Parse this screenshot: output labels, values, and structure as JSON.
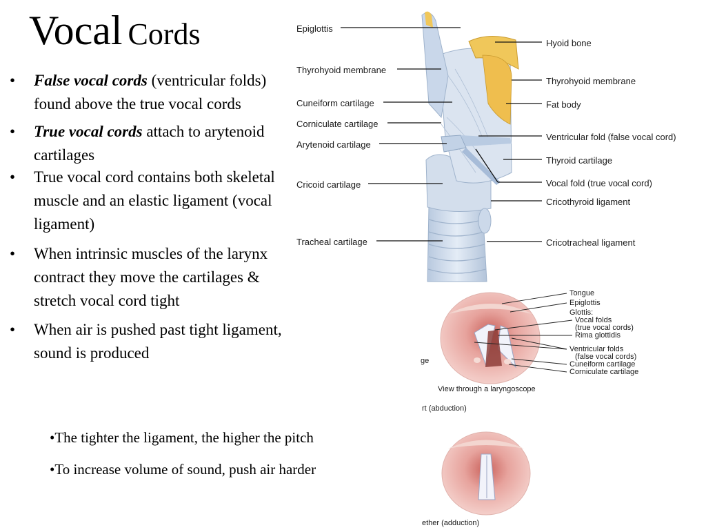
{
  "slide": {
    "title_big": "Vocal",
    "title_small": "Cords"
  },
  "bullets": [
    {
      "bullet": "•",
      "emphasis": "False vocal cords",
      "text": " (ventricular folds) found above the true vocal cords"
    },
    {
      "bullet": "•",
      "emphasis": "True vocal cords",
      "text": " attach to arytenoid cartilages"
    },
    {
      "bullet": "•",
      "emphasis": "",
      "text": "True vocal cord contains both skeletal muscle and an elastic ligament (vocal ligament)"
    },
    {
      "bullet": "•",
      "emphasis": "",
      "text": "When intrinsic muscles of the larynx contract they move the cartilages & stretch vocal cord tight"
    },
    {
      "bullet": "•",
      "emphasis": "",
      "text": "When air is pushed past tight ligament, sound is produced"
    }
  ],
  "sub_points": [
    "•The tighter the ligament, the higher the pitch",
    "•To increase volume of sound, push air harder"
  ],
  "larynx_diagram": {
    "left_labels": [
      "Epiglottis",
      "Thyrohyoid membrane",
      "Cuneiform cartilage",
      "Corniculate cartilage",
      "Arytenoid cartilage",
      "Cricoid cartilage",
      "Tracheal cartilage"
    ],
    "right_labels": [
      "Hyoid bone",
      "Thyrohyoid membrane",
      "Fat body",
      "Ventricular fold (false vocal cord)",
      "Thyroid cartilage",
      "Vocal fold (true vocal cord)",
      "Cricothyroid ligament",
      "Cricotracheal ligament"
    ]
  },
  "laryngoscope_diagram": {
    "labels": [
      "Tongue",
      "Epiglottis",
      "Glottis:",
      "Vocal folds",
      "(true vocal cords)",
      "Rima glottidis",
      "Ventricular folds",
      "(false vocal cords)",
      "Cuneiform cartilage",
      "Corniculate cartilage"
    ],
    "caption": "View through a laryngoscope",
    "cut_left_text": "ge",
    "abduction_caption": "rt (abduction)",
    "adduction_caption": "ether (adduction)"
  },
  "colors": {
    "cartilage": "#cfdcec",
    "cartilage_edge": "#9fb3cc",
    "hyoid_bone": "#f0c75a",
    "fat_body": "#efbe4e",
    "tissue_pink": "#e9a6a0",
    "tissue_dark": "#c2625e"
  }
}
